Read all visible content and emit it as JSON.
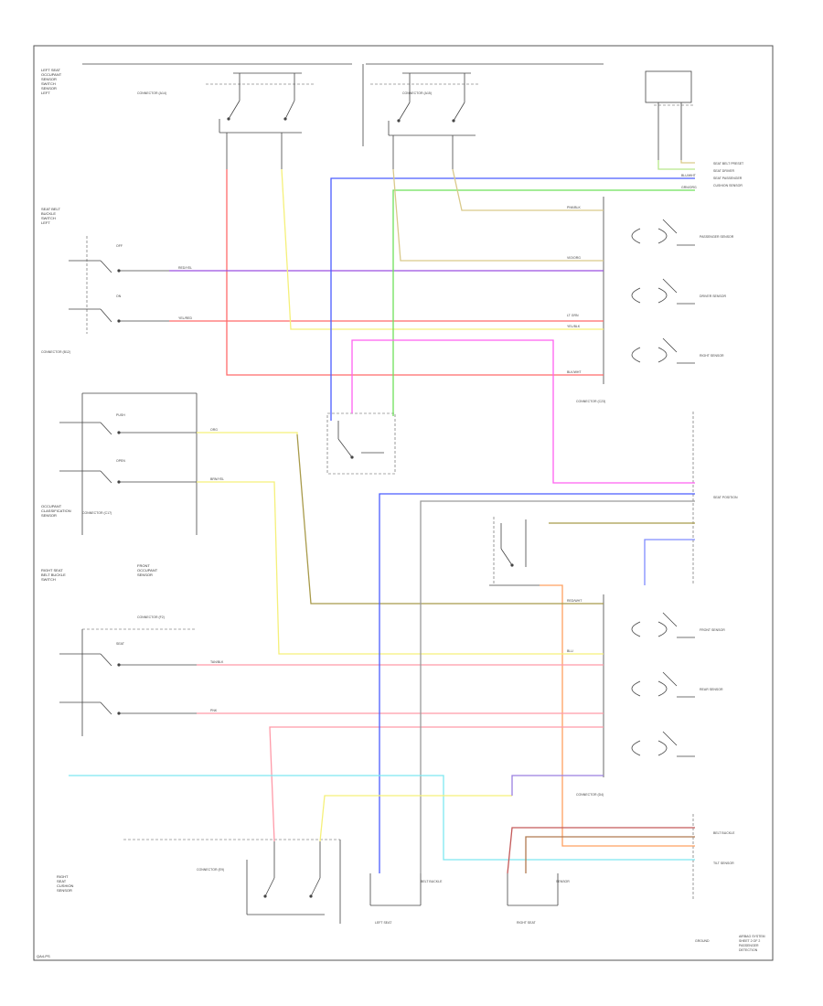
{
  "diagram": {
    "footer_code": "QA4-PS",
    "colors": {
      "red": "#ff6b6b",
      "pink": "#ff9aa8",
      "yellow": "#f5f07a",
      "orange": "#ffa060",
      "purple": "#9a4fe0",
      "blue": "#4a5cff",
      "green": "#6ee05a",
      "lightgreen": "#b7e88a",
      "cyan": "#7ee8f0",
      "magenta": "#ff60f0",
      "tan": "#d9c98a",
      "olive": "#a89a4a",
      "gray": "#9a9a9a",
      "black": "#333333"
    },
    "left_blocks": [
      "LEFT SEAT\nOCCUPANT\nSENSOR\nSWITCH\nSENSOR\nLEFT",
      "SEAT BELT\nBUCKLE\nSWITCH\nLEFT",
      "OCCUPANT\nCLASSIFICATION\nSENSOR",
      "RIGHT SEAT\nBELT BUCKLE\nSWITCH",
      "FRONT\nOCCUPANT\nSENSOR",
      "RIGHT\nSEAT\nCUSHION\nSENSOR"
    ],
    "connector_labels": [
      "CONNECTOR (A14)",
      "CONNECTOR (A15)",
      "CONNECTOR (B12)",
      "CONNECTOR (C17)",
      "CONNECTOR (C23)",
      "CONNECTOR (D4)",
      "CONNECTOR (E9)",
      "CONNECTOR (F2)"
    ],
    "switch_labels": [
      "OFF",
      "ON",
      "PUSH",
      "OPEN",
      "SEAT"
    ],
    "wire_codes": [
      "RED/YEL",
      "YEL/RED",
      "BLU/WHT",
      "GRN/ORG",
      "PNK/BLK",
      "VIO/ORG",
      "LT GRN",
      "YEL/BLK",
      "BLK/WHT",
      "ORG",
      "BRN/YEL",
      "RED/WHT",
      "BLU",
      "TAN/BLK",
      "PNK"
    ],
    "right_column_labels": [
      "SEAT BELT PRESET",
      "SEAT DRIVER",
      "SEAT PASSENGER",
      "CUSHION SENSOR",
      "PASSENGER SENSOR",
      "DRIVER SENSOR",
      "RIGHT SENSOR",
      "SEAT POSITION",
      "FRONT SENSOR",
      "REAR SENSOR",
      "TILT SENSOR",
      "BELT BUCKLE"
    ],
    "bottom_labels": [
      "LEFT SEAT",
      "BELT BUCKLE",
      "RIGHT SEAT",
      "SENSOR",
      "GROUND"
    ],
    "corner_note": "AIRBAG SYSTEM\nSHEET 2 OF 2\nPASSENGER\nDETECTION"
  }
}
